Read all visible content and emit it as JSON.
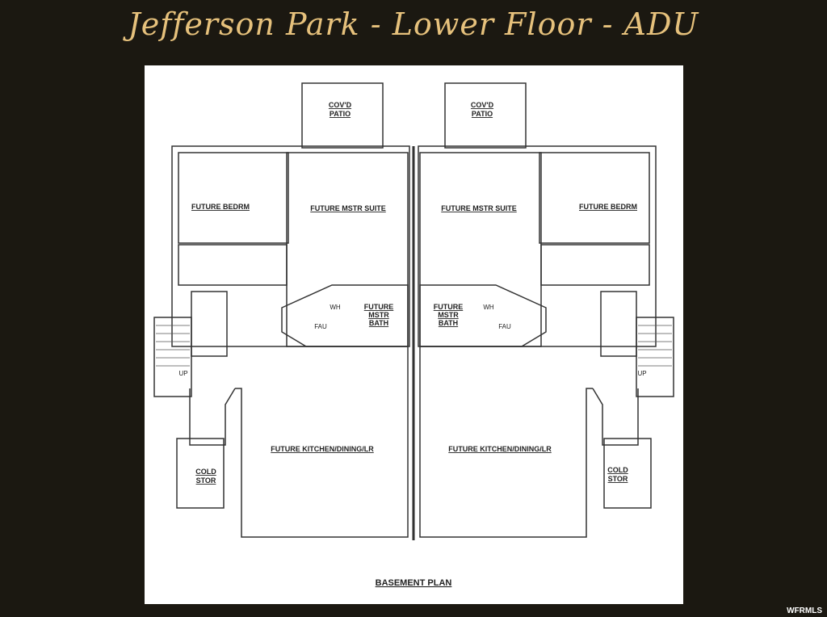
{
  "header": {
    "title": "Jefferson Park - Lower Floor - ADU"
  },
  "plan": {
    "caption": "BASEMENT PLAN",
    "rooms": {
      "patio_line1": "COV'D",
      "patio_line2": "PATIO",
      "bedroom": "FUTURE BEDRM",
      "master_suite": "FUTURE MSTR SUITE",
      "master_bath_line1": "FUTURE",
      "master_bath_line2": "MSTR",
      "master_bath_line3": "BATH",
      "kitchen": "FUTURE KITCHEN/DINING/LR",
      "cold_storage_line1": "COLD",
      "cold_storage_line2": "STOR",
      "furnace": "FAU",
      "water_heater": "WH",
      "stair_up": "UP"
    }
  },
  "watermark": "WFRMLS",
  "colors": {
    "background": "#1b1811",
    "title": "#e6c17c",
    "sheet": "#ffffff",
    "lines": "#333333"
  }
}
